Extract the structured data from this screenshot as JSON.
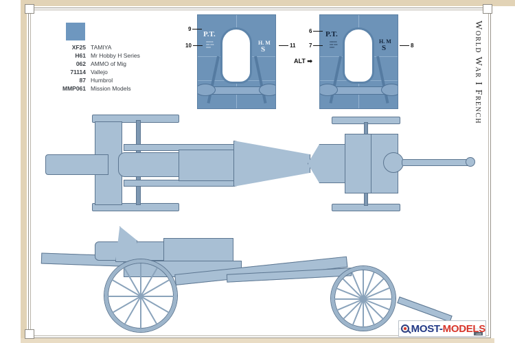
{
  "page": {
    "vertical_title": "World War I French",
    "colors": {
      "paint_swatch": "#6e97bf",
      "frame_band": "#e2d3b6",
      "gun_grey": "#a8bfd4",
      "logo_blue": "#233a86",
      "logo_red": "#d8362b"
    }
  },
  "legend": {
    "swatch_color": "#6e97bf",
    "rows": [
      {
        "code": "XF25",
        "brand": "TAMIYA"
      },
      {
        "code": "H61",
        "brand": "Mr Hobby H Series"
      },
      {
        "code": "062",
        "brand": "AMMO of Mig"
      },
      {
        "code": "71114",
        "brand": "Vallejo"
      },
      {
        "code": "87",
        "brand": "Humbrol"
      },
      {
        "code": "MMP061",
        "brand": "Mission Models"
      }
    ]
  },
  "shields": [
    {
      "id": "shield-left",
      "marking_pt": "P.T.",
      "marking_hm": "H. M",
      "marking_s": "S",
      "callouts": [
        {
          "num": "9",
          "target": "P.T."
        },
        {
          "num": "10",
          "target": "stencil"
        },
        {
          "num": "11",
          "target": "H.M S"
        }
      ]
    },
    {
      "id": "shield-right",
      "marking_pt": "P.T.",
      "marking_hm": "H. M",
      "marking_s": "S",
      "callouts": [
        {
          "num": "6",
          "target": "P.T."
        },
        {
          "num": "7",
          "target": "stencil"
        },
        {
          "num": "8",
          "target": "H.M S"
        }
      ]
    }
  ],
  "alt_label": "ALT",
  "alt_arrow": "➡",
  "views": {
    "top_view": "Top view of howitzer with limber",
    "side_view": "Side view of howitzer in travel configuration"
  },
  "watermark": {
    "text_part1": "MOST-",
    "text_part2": "MODELS",
    "suffix": ".com",
    "icon": "magnifier-icon"
  }
}
